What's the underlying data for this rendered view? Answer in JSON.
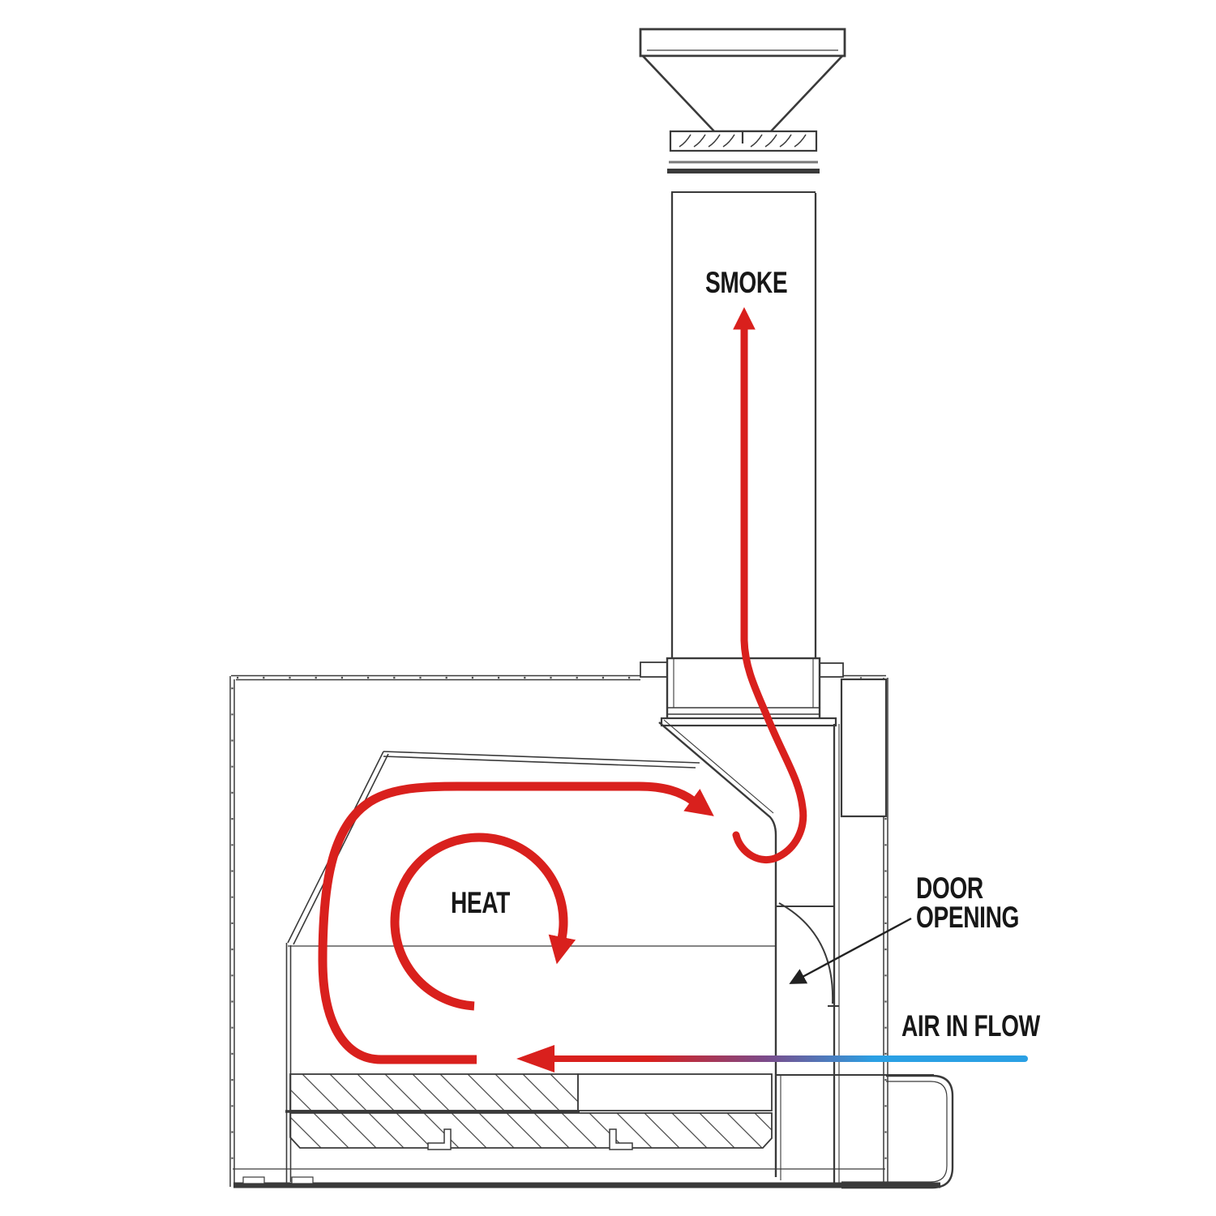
{
  "diagram": {
    "kind": "airflow-cross-section-drawing",
    "subject": "wood-fired oven with chimney, door opening and hearth floor"
  },
  "labels": {
    "smoke": "SMOKE",
    "heat": "HEAT",
    "door_opening_line1": "DOOR",
    "door_opening_line2": "OPENING",
    "air_in_flow": "AIR IN FLOW"
  },
  "colors": {
    "line": "#3a3a3a",
    "label_text": "#171717",
    "flow_red": "#d9201d",
    "air_blue": "#2aa0e4",
    "air_gradient_mid": "#7b4b8a",
    "background": "#ffffff"
  },
  "flows": [
    {
      "name": "smoke-flow",
      "direction": "up through chimney",
      "color": "#d9201d"
    },
    {
      "name": "heat-circulation",
      "direction": "clockwise loop inside dome",
      "color": "#d9201d"
    },
    {
      "name": "air-intake",
      "direction": "left into door opening",
      "color": "#2aa0e4"
    }
  ]
}
